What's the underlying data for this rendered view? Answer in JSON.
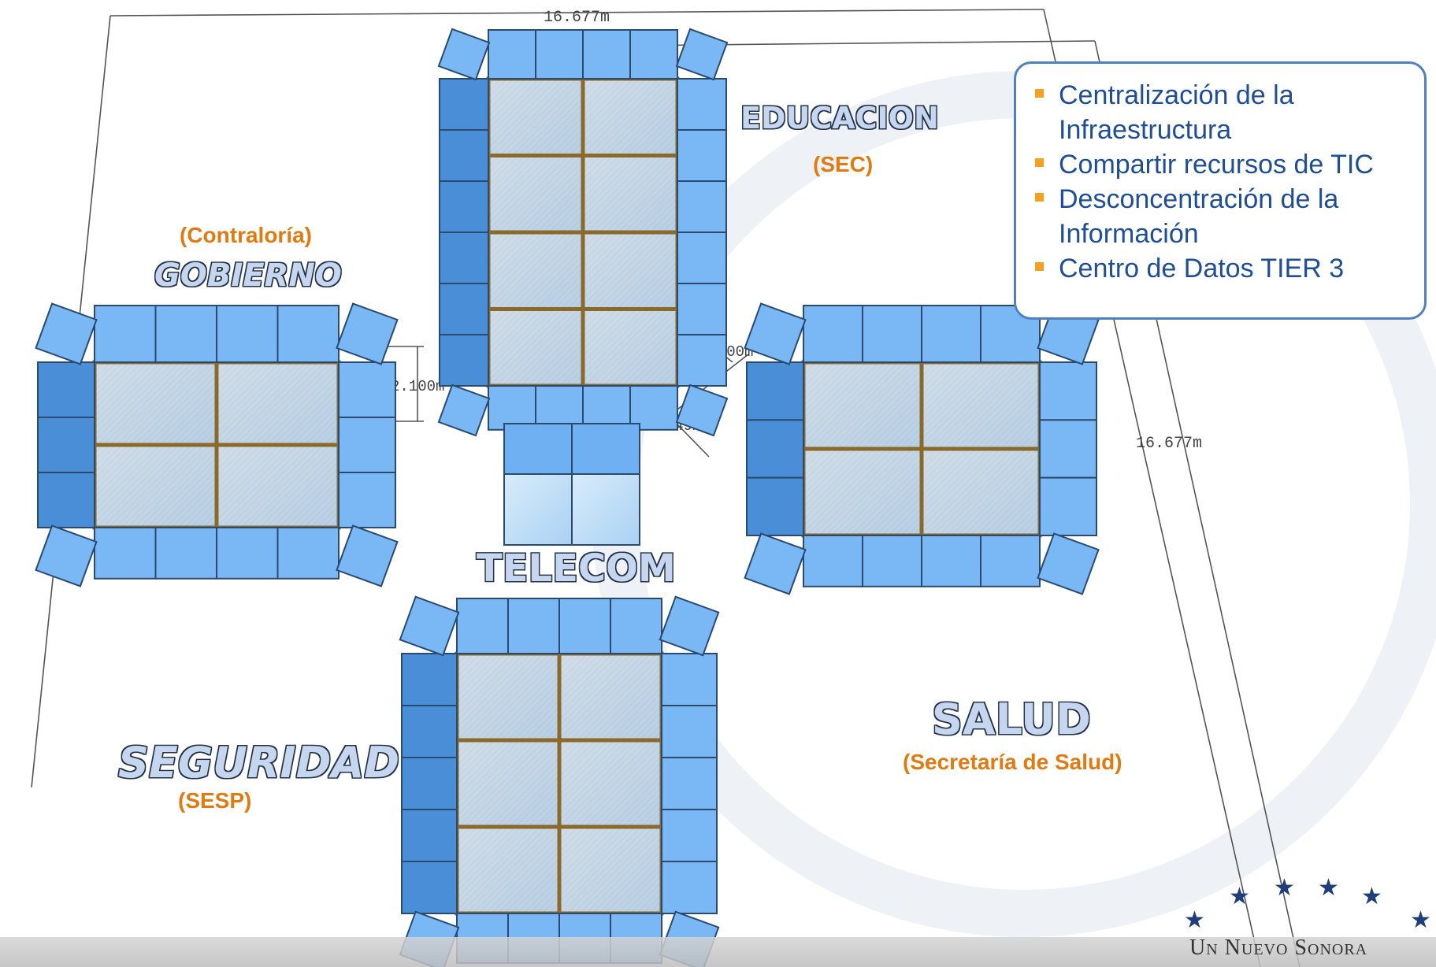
{
  "dimensions": {
    "top_width": "16.677m",
    "right_depth": "16.677m",
    "module_height": "2.100m",
    "aisle_small": "1.000m",
    "aisle_large": "1.749m"
  },
  "zones": {
    "educacion": {
      "name": "EDUCACION",
      "org": "(SEC)"
    },
    "gobierno": {
      "name": "GOBIERNO",
      "org": "(Contraloría)"
    },
    "telecom": {
      "name": "TELECOM"
    },
    "salud": {
      "name": "SALUD",
      "org": "(Secretaría de Salud)"
    },
    "seguridad": {
      "name": "SEGURIDAD",
      "org": "(SESP)"
    }
  },
  "callout": {
    "bullets": [
      {
        "line1": "Centralización de la",
        "line2": "Infraestructura"
      },
      {
        "line1": "Compartir recursos de TIC",
        "line2": ""
      },
      {
        "line1": "Desconcentración de la",
        "line2": "Información"
      },
      {
        "line1": "Centro de Datos TIER 3",
        "line2": ""
      }
    ]
  },
  "logo": {
    "text": "Un Nuevo Sonora"
  },
  "colors": {
    "rack_blue": "#7ab8f5",
    "rack_blue_dark": "#4a8ed8",
    "frame_gold": "#8a6a2a",
    "label_orange": "#e07b12",
    "callout_text": "#1f4e96",
    "callout_border": "#4f81bd"
  }
}
